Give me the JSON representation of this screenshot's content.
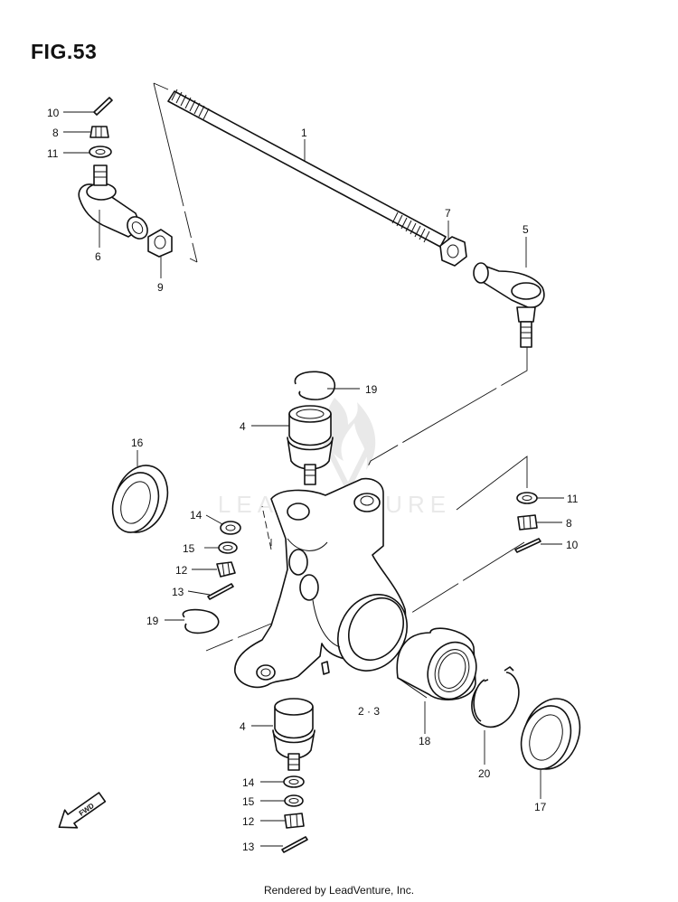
{
  "figure": {
    "title": "FIG.53"
  },
  "footer": {
    "text": "Rendered by LeadVenture, Inc."
  },
  "watermark": {
    "text": "LEADVENTURE"
  },
  "callouts": {
    "tie_rod": "1",
    "knuckle": "2 · 3",
    "ball_joint_upper": "4",
    "ball_joint_lower": "4",
    "tie_rod_end_right": "5",
    "tie_rod_end_left": "6",
    "lock_nut_right": "7",
    "castle_nut_top_left": "8",
    "castle_nut_right": "8",
    "lock_nut_left": "9",
    "cotter_pin_top_left": "10",
    "cotter_pin_right": "10",
    "washer_top_left": "11",
    "washer_right": "11",
    "castle_nut_mid": "12",
    "castle_nut_bottom": "12",
    "cotter_pin_mid": "13",
    "cotter_pin_bottom": "13",
    "washer_mid_14": "14",
    "washer_bottom_14": "14",
    "washer_mid_15": "15",
    "washer_bottom_15": "15",
    "seal_left": "16",
    "seal_right": "17",
    "bearing": "18",
    "circlip_top": "19",
    "circlip_mid": "19",
    "snap_ring": "20"
  },
  "fwd_arrow": {
    "text": "FWD",
    "icon": "fwd-arrow-icon"
  }
}
